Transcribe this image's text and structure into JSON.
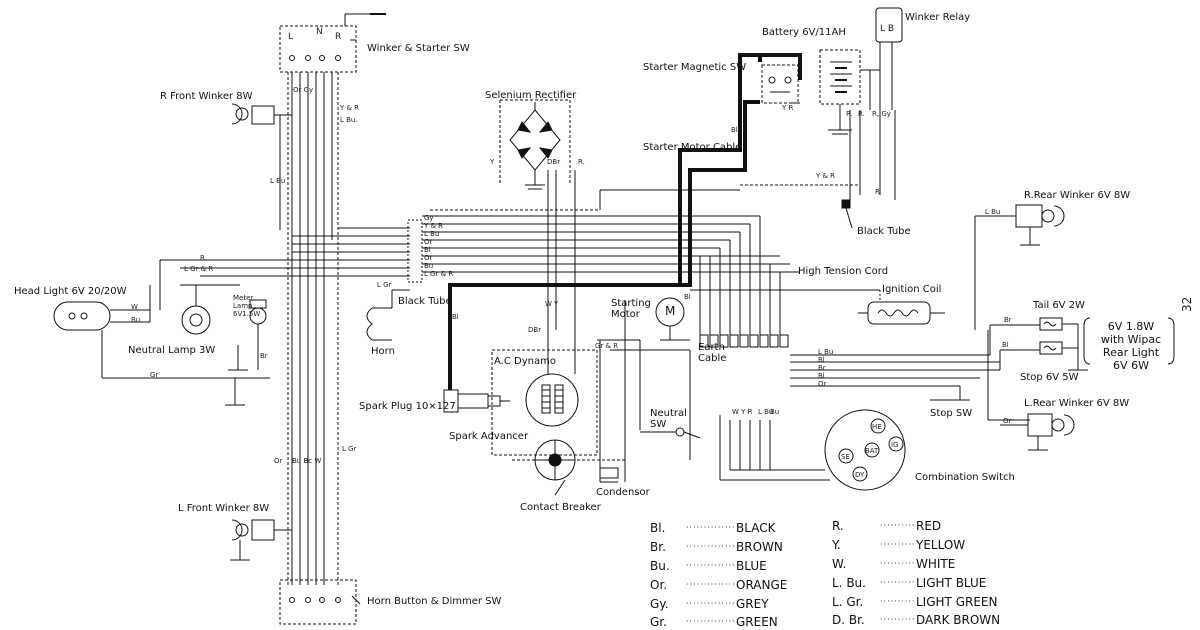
{
  "components": {
    "winker_starter_sw": "Winker & Starter SW",
    "winker_starter_sw_terminals": [
      "L",
      "N",
      "R"
    ],
    "r_front_winker": "R Front Winker 8W",
    "selenium_rectifier": "Selenium Rectifier",
    "starter_magnetic_sw": "Starter Magnetic SW",
    "battery": "Battery 6V/11AH",
    "winker_relay": "Winker Relay",
    "winker_relay_terminals": "L B",
    "starter_motor_cable": "Starter Motor Cable",
    "black_tube_right": "Black Tube",
    "r_rear_winker": "R.Rear Winker 6V 8W",
    "high_tension_cord": "High Tension Cord",
    "ignition_coil": "Ignition Coil",
    "head_light": "Head Light 6V 20/20W",
    "meter_lamp": "Meter Lamp 6V1.5W",
    "neutral_lamp": "Neutral Lamp 3W",
    "black_tube_left": "Black Tube",
    "horn": "Horn",
    "starting_motor": "Starting Motor",
    "starting_motor_symbol": "M",
    "earth_cable": "Earth Cable",
    "tail": "Tail 6V 2W",
    "rear_light_note": "6V 1.8W with Wipac Rear Light 6V 6W",
    "stop_lamp": "Stop 6V 5W",
    "ac_dynamo": "A.C Dynamo",
    "spark_plug": "Spark Plug 10×127",
    "spark_advancer": "Spark Advancer",
    "neutral_sw": "Neutral SW",
    "stop_sw": "Stop SW",
    "l_rear_winker": "L.Rear Winker 6V 8W",
    "condenser": "Condensor",
    "contact_breaker": "Contact Breaker",
    "combination_switch": "Combination Switch",
    "combination_switch_terminals": [
      "HE",
      "IG",
      "BAT",
      "SE",
      "DY"
    ],
    "l_front_winker": "L Front Winker 8W",
    "horn_button_dimmer_sw": "Horn Button & Dimmer SW"
  },
  "wire_labels": {
    "wsw_or_gy": "Or Gy",
    "wsw_y_r": "Y & R",
    "wsw_l_bu": "L Bu.",
    "rfw_l_bu": "L Bu",
    "sr_y": "Y",
    "sr_dbr": "DBr",
    "sr_r": "R.",
    "sms_bl": "Bl",
    "sms_y_r": "Y R",
    "batt_r": "R.",
    "batt_r2": "R.",
    "relay_r_gy": "R, Gy",
    "yr_near_tube": "Y & R",
    "r_near_tube": "R",
    "harness_1": "Gy",
    "harness_2": "Y & R",
    "harness_3": "L Bu",
    "harness_4": "Or",
    "harness_5": "Bl",
    "harness_6": "Or",
    "harness_7": "Bu",
    "harness_8": "L Gr & R",
    "harness_r": "R",
    "harness_lgr_r": "L Gr & R",
    "hl_w": "W",
    "hl_bu": "Bu",
    "hl_gr": "Gr",
    "nl_br": "Br",
    "horn_lgr": "L Gr",
    "bt_bl": "Bl",
    "dyn_wy": "W Y",
    "dyn_dbr": "DBr",
    "dyn_gr_r": "Gr & R",
    "sm_bl": "Bl",
    "rrw_l_bu": "L Bu",
    "tail_br": "Br",
    "stop_bl": "Bl",
    "lrw_or": "Or",
    "cs_l_bu": "L Bu",
    "cs_bl": "Bl",
    "cs_br": "Br",
    "cs_bl2": "Bl",
    "cs_or": "Or",
    "cs_wyr": "W Y R",
    "cs_l_bu2": "L Bu",
    "cs_bu": "Bu",
    "lfw_l_gr": "L Gr",
    "lfw_or": "Or",
    "lfw_bu_bcw": "Bu Bc W"
  },
  "legend": [
    {
      "abbr": "Bl.",
      "color": "BLACK"
    },
    {
      "abbr": "Br.",
      "color": "BROWN"
    },
    {
      "abbr": "Bu.",
      "color": "BLUE"
    },
    {
      "abbr": "Or.",
      "color": "ORANGE"
    },
    {
      "abbr": "Gy.",
      "color": "GREY"
    },
    {
      "abbr": "Gr.",
      "color": "GREEN"
    },
    {
      "abbr": "R.",
      "color": "RED"
    },
    {
      "abbr": "Y.",
      "color": "YELLOW"
    },
    {
      "abbr": "W.",
      "color": "WHITE"
    },
    {
      "abbr": "L. Bu.",
      "color": "LIGHT BLUE"
    },
    {
      "abbr": "L. Gr.",
      "color": "LIGHT GREEN"
    },
    {
      "abbr": "D. Br.",
      "color": "DARK BROWN"
    }
  ],
  "page_number": "32",
  "colors": {
    "ink": "#111111",
    "paper": "#ffffff"
  }
}
